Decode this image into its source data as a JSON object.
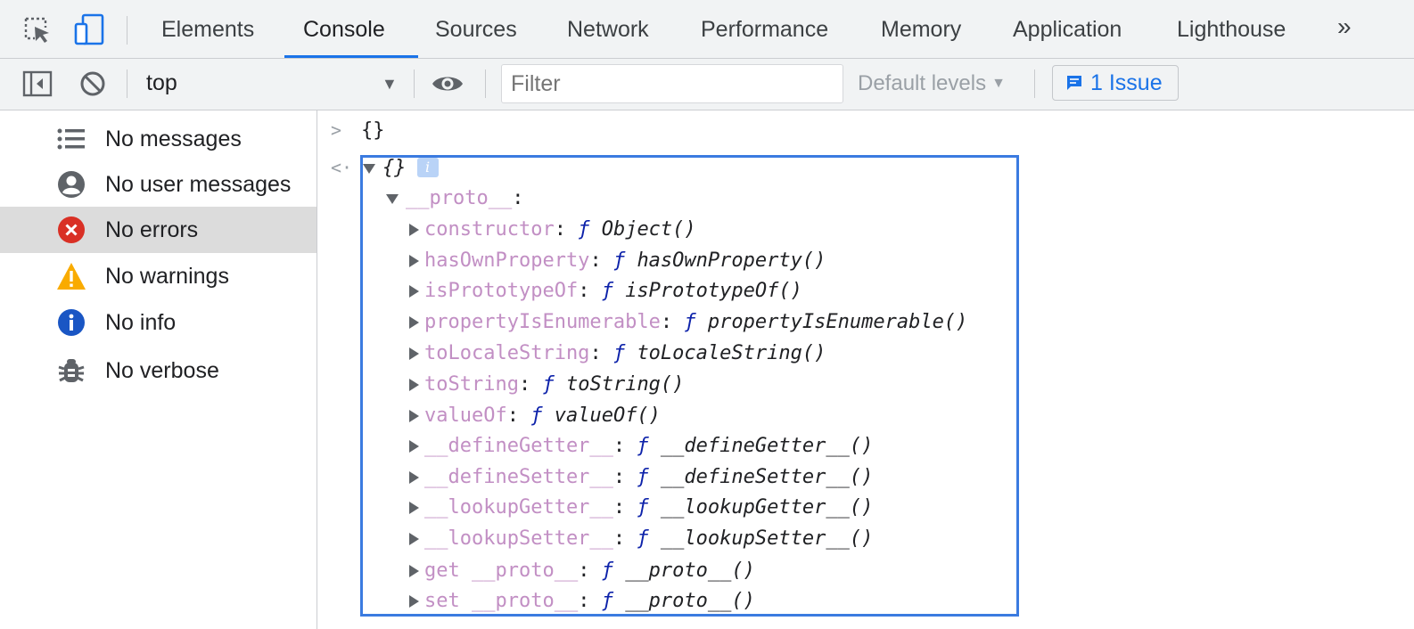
{
  "tabs": [
    {
      "label": "Elements"
    },
    {
      "label": "Console"
    },
    {
      "label": "Sources"
    },
    {
      "label": "Network"
    },
    {
      "label": "Performance"
    },
    {
      "label": "Memory"
    },
    {
      "label": "Application"
    },
    {
      "label": "Lighthouse"
    }
  ],
  "active_tab": "Console",
  "more_tabs_glyph": "»",
  "toolbar": {
    "context": "top",
    "filter_placeholder": "Filter",
    "levels": "Default levels",
    "issues": "1 Issue"
  },
  "sidebar": {
    "items": [
      {
        "label": "No messages",
        "icon": "list-icon"
      },
      {
        "label": "No user messages",
        "icon": "user-icon"
      },
      {
        "label": "No errors",
        "icon": "error-icon"
      },
      {
        "label": "No warnings",
        "icon": "warning-icon"
      },
      {
        "label": "No info",
        "icon": "info-icon"
      },
      {
        "label": "No verbose",
        "icon": "bug-icon"
      }
    ],
    "selected": "No errors"
  },
  "console": {
    "input_text": "{}",
    "result_text": "{}",
    "info_badge": "i",
    "proto_label": "__proto__",
    "fn_marker": "ƒ",
    "properties": [
      {
        "key": "constructor",
        "value": "Object()"
      },
      {
        "key": "hasOwnProperty",
        "value": "hasOwnProperty()"
      },
      {
        "key": "isPrototypeOf",
        "value": "isPrototypeOf()"
      },
      {
        "key": "propertyIsEnumerable",
        "value": "propertyIsEnumerable()"
      },
      {
        "key": "toLocaleString",
        "value": "toLocaleString()"
      },
      {
        "key": "toString",
        "value": "toString()"
      },
      {
        "key": "valueOf",
        "value": "valueOf()"
      },
      {
        "key": "__defineGetter__",
        "value": "__defineGetter__()"
      },
      {
        "key": "__defineSetter__",
        "value": "__defineSetter__()"
      },
      {
        "key": "__lookupGetter__",
        "value": "__lookupGetter__()"
      },
      {
        "key": "__lookupSetter__",
        "value": "__lookupSetter__()"
      },
      {
        "key": "get __proto__",
        "value": "__proto__()"
      },
      {
        "key": "set __proto__",
        "value": "__proto__()"
      }
    ]
  },
  "colors": {
    "accent": "#1a73e8",
    "highlight_border": "#3b7be0",
    "property_key": "#b45eb0",
    "function_marker": "#0d22aa",
    "error_red": "#d93025",
    "warning_yellow": "#f9ab00"
  }
}
